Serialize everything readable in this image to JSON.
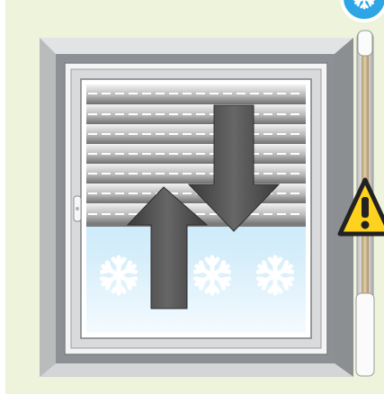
{
  "scene": {
    "subject": "roller-shutter-window",
    "background_color": "#eef3dc",
    "shutter_level": 0.6,
    "arrows": [
      "up-arrow",
      "down-arrow"
    ],
    "snowflake_count": 3,
    "badges": [
      "snowflake-badge",
      "warning-icon"
    ]
  },
  "colors": {
    "frame_silver": "#a9acaf",
    "sky_blue": "#bfe3f7",
    "arrow_gray": "#4d4d4d",
    "warning_yellow": "#ffd21f",
    "badge_blue": "#2ea6e6"
  }
}
